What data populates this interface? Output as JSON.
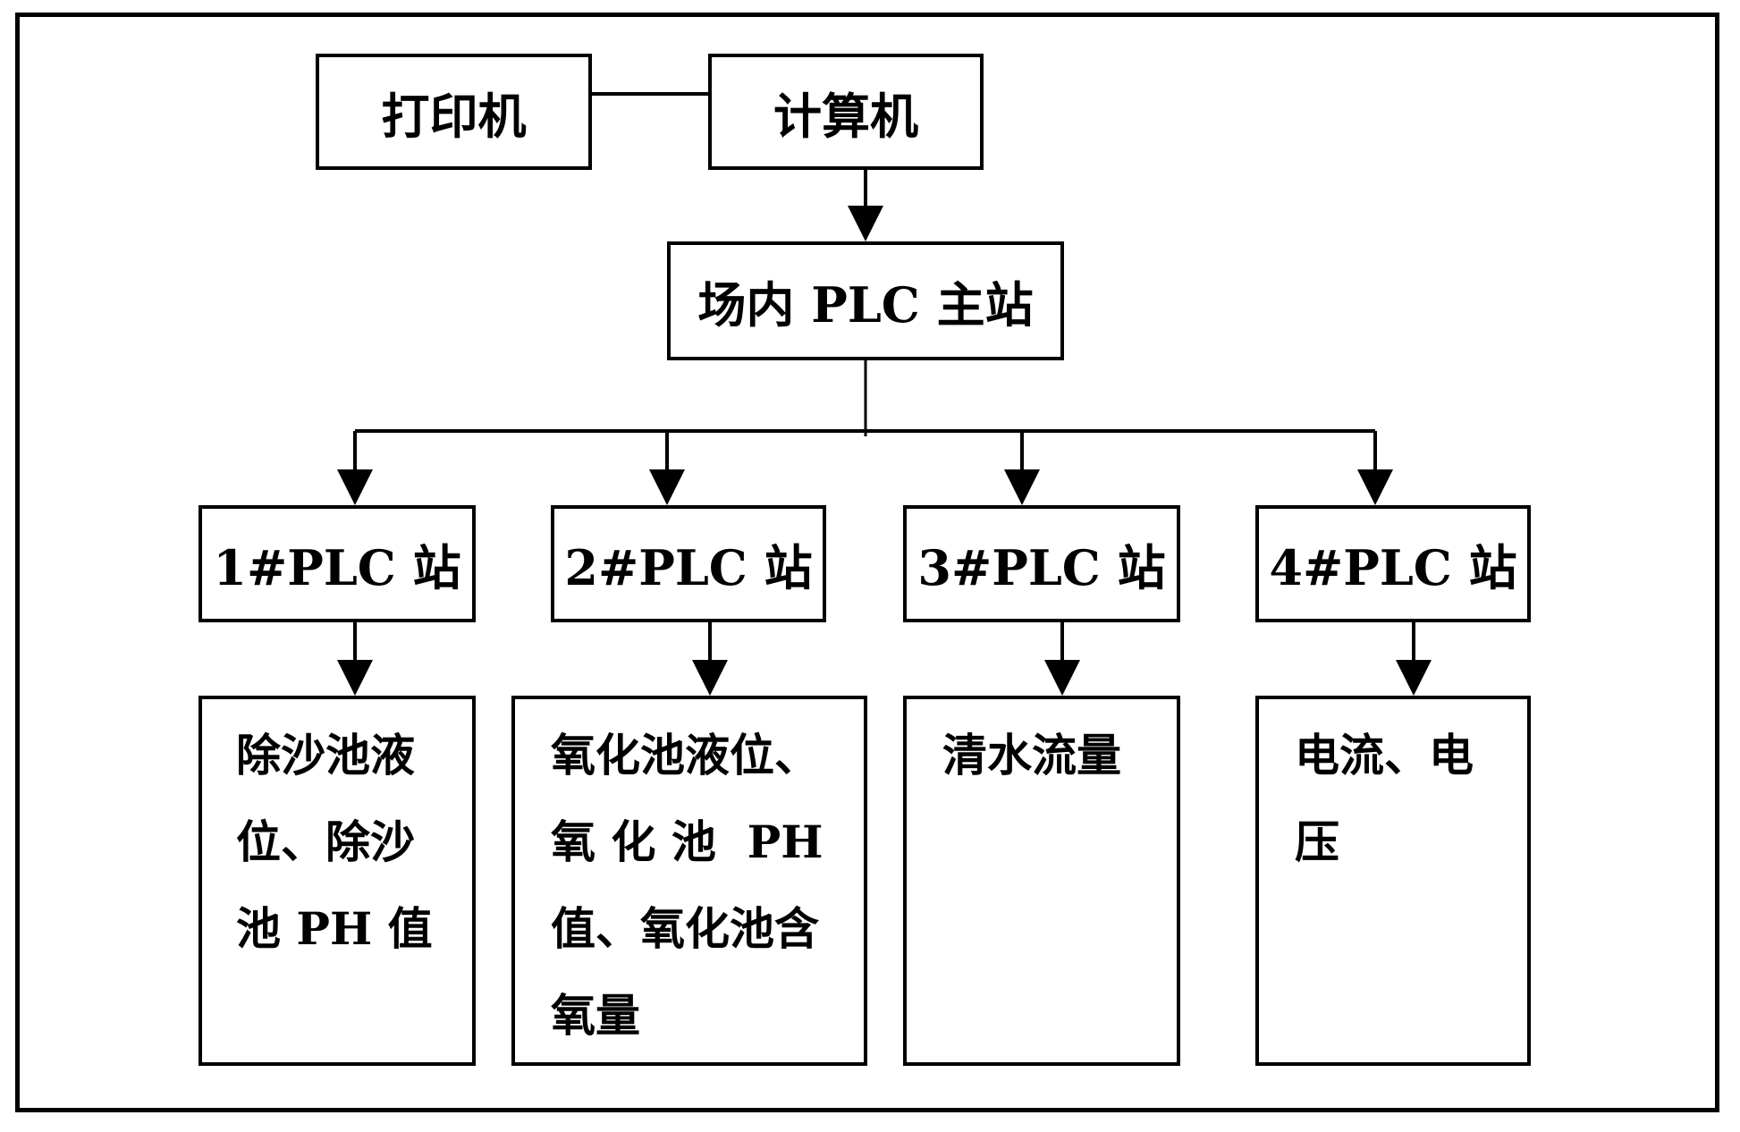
{
  "nodes": {
    "printer": "打印机",
    "computer": "计算机",
    "master": "场内 PLC 主站",
    "stations": [
      {
        "label": "1#PLC 站",
        "content": "除沙池液\n位、除沙\n池 PH 值"
      },
      {
        "label": "2#PLC 站",
        "content": "氧化池液位、\n氧 化 池  PH\n值、氧化池含\n氧量"
      },
      {
        "label": "3#PLC 站",
        "content": "清水流量"
      },
      {
        "label": "4#PLC 站",
        "content": "电流、电\n压"
      }
    ]
  }
}
